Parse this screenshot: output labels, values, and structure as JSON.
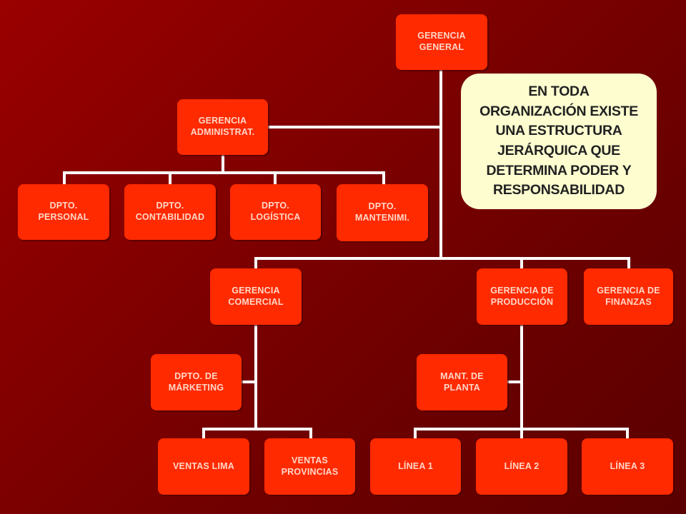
{
  "nodes": {
    "gerencia_general": "GERENCIA\nGENERAL",
    "gerencia_administrativa": "GERENCIA\nADMINISTRAT.",
    "dpto_personal": "DPTO.\nPERSONAL",
    "dpto_contabilidad": "DPTO.\nCONTABILIDAD",
    "dpto_logistica": "DPTO.\nLOGÍSTICA",
    "dpto_mantenimiento": "DPTO.\nMANTENIMI.",
    "gerencia_comercial": "GERENCIA\nCOMERCIAL",
    "gerencia_produccion": "GERENCIA DE\nPRODUCCIÓN",
    "gerencia_finanzas": "GERENCIA DE\nFINANZAS",
    "dpto_marketing": "DPTO. DE\nMÁRKETING",
    "mant_planta": "MANT. DE\nPLANTA",
    "ventas_lima": "VENTAS LIMA",
    "ventas_provincias": "VENTAS\nPROVINCIAS",
    "linea_1": "LÍNEA 1",
    "linea_2": "LÍNEA 2",
    "linea_3": "LÍNEA 3"
  },
  "callout": {
    "text": "EN TODA\nORGANIZACIÓN EXISTE\nUNA ESTRUCTURA\nJERÁRQUICA QUE\nDETERMINA PODER Y\nRESPONSABILIDAD"
  },
  "colors": {
    "node_fill": "#ff2a00",
    "node_text": "#ffd6c8",
    "connector": "#ffffff",
    "callout_fill": "#fdfdd0",
    "background": "#8b0000"
  }
}
